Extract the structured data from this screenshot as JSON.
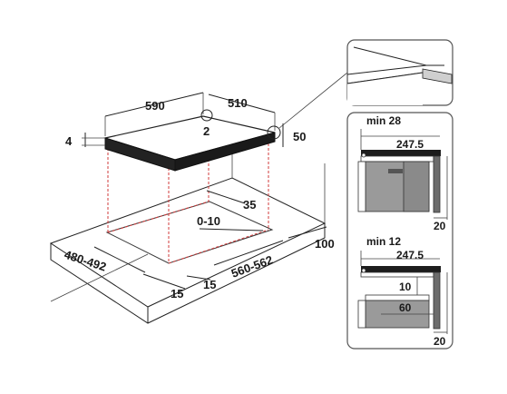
{
  "main_diagram": {
    "width_label": "590",
    "depth_label": "510",
    "thickness_label": "4",
    "corner_radius_label": "2",
    "height_label": "50",
    "cutout_side_label": "35",
    "gap_label": "0-10",
    "cutout_depth_label": "480-492",
    "edge_left_label": "15",
    "edge_right_label": "15",
    "cutout_width_label": "560-562",
    "wall_distance_label": "100"
  },
  "detail_top": {
    "min_label": "min 28",
    "depth_label": "247.5",
    "side_label": "20"
  },
  "detail_bottom": {
    "min_label": "min 12",
    "depth_label": "247.5",
    "gap_label": "10",
    "shelf_label": "60",
    "side_label": "20"
  }
}
